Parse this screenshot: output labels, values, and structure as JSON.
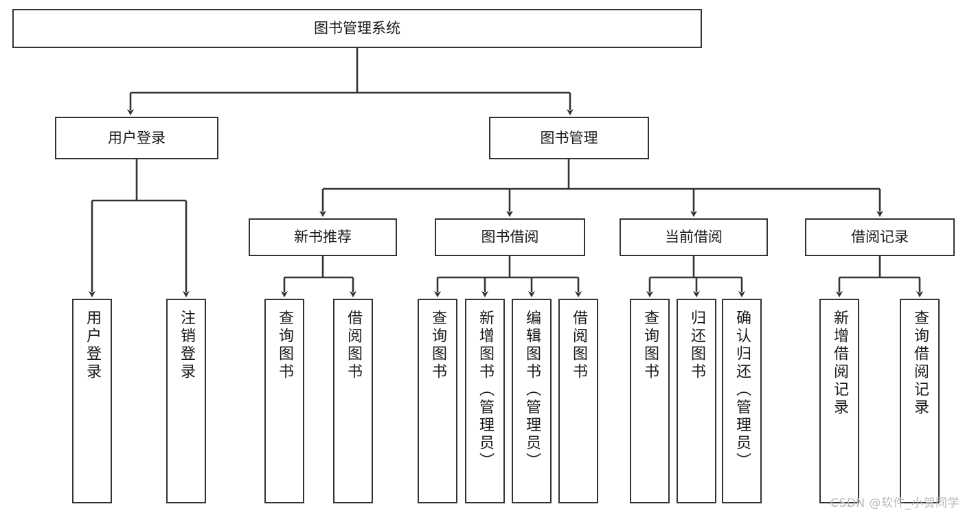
{
  "diagram": {
    "title": "图书管理系统",
    "type": "tree-hierarchy-diagram",
    "colors": {
      "box_border": "#333333",
      "box_fill": "#ffffff",
      "connector": "#333333",
      "background": "#ffffff",
      "watermark_text": "#b9b9b9"
    },
    "root": {
      "label": "图书管理系统"
    },
    "level2": [
      {
        "label": "用户登录"
      },
      {
        "label": "图书管理"
      }
    ],
    "level3": [
      {
        "label": "新书推荐"
      },
      {
        "label": "图书借阅"
      },
      {
        "label": "当前借阅"
      },
      {
        "label": "借阅记录"
      }
    ],
    "leaves": {
      "user_login": [
        {
          "label": "用户登录"
        },
        {
          "label": "注销登录"
        }
      ],
      "new_book_recommend": [
        {
          "label": "查询图书"
        },
        {
          "label": "借阅图书"
        }
      ],
      "book_borrow": [
        {
          "label": "查询图书"
        },
        {
          "label": "新增图书（管理员）"
        },
        {
          "label": "编辑图书（管理员）"
        },
        {
          "label": "借阅图书"
        }
      ],
      "current_borrow": [
        {
          "label": "查询图书"
        },
        {
          "label": "归还图书"
        },
        {
          "label": "确认归还（管理员）"
        }
      ],
      "borrow_records": [
        {
          "label": "新增借阅记录"
        },
        {
          "label": "查询借阅记录"
        }
      ]
    }
  },
  "watermark": {
    "text": "CSDN @软件_小贺同学"
  }
}
